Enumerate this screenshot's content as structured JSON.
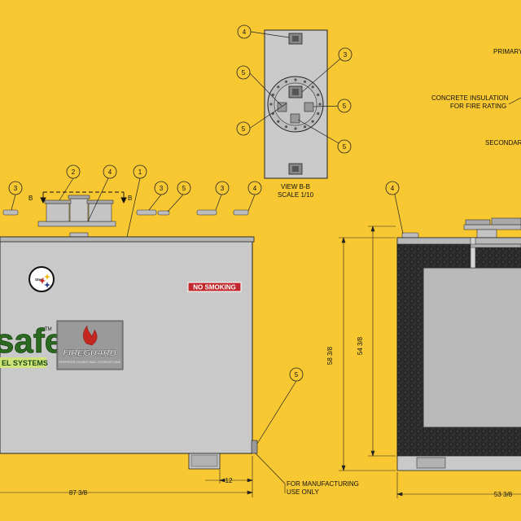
{
  "colors": {
    "background": "#f8c832",
    "tank_body": "#c9c9c9",
    "outline": "#222222",
    "insulation": "#2a2a2a",
    "inner_tank": "#b9b9b9",
    "sign_red": "#c0282d",
    "logo_green": "#2b6b1f"
  },
  "view_bb": {
    "title": "VIEW B-B",
    "scale": "SCALE 1/10"
  },
  "balloons": {
    "b4a": "4",
    "b3a": "3",
    "b5a": "5",
    "b5b": "5",
    "b5c": "5",
    "b5d": "5",
    "c3a": "3",
    "c2": "2",
    "c4a": "4",
    "c1": "1",
    "c3b": "3",
    "c5a": "5",
    "c3c": "3",
    "c4b": "4",
    "c5b": "5",
    "c4c": "4"
  },
  "section_marker": {
    "left": "B",
    "right": "B"
  },
  "callouts": {
    "primary": "PRIMARY",
    "concrete_line1": "CONCRETE INSULATION",
    "concrete_line2": "FOR FIRE RATING",
    "secondary": "SECONDARY"
  },
  "front_view": {
    "sign": "NO SMOKING",
    "brand_word": "safe",
    "brand_tm": "TM",
    "brand_sub": "EL SYSTEMS",
    "steel_badge": "Steel",
    "fireguard_logo": "FIREGUARD",
    "fireguard_tagline": "FIREPROOF DOUBLE WALL STORAGE TANK",
    "note_line1": "FOR MANUFACTURING",
    "note_line2": "USE ONLY"
  },
  "dimensions": {
    "length": "87 3/8",
    "offset": "12",
    "height_total": "58 3/8",
    "height_inner": "54 3/8",
    "width": "53 3/8"
  }
}
